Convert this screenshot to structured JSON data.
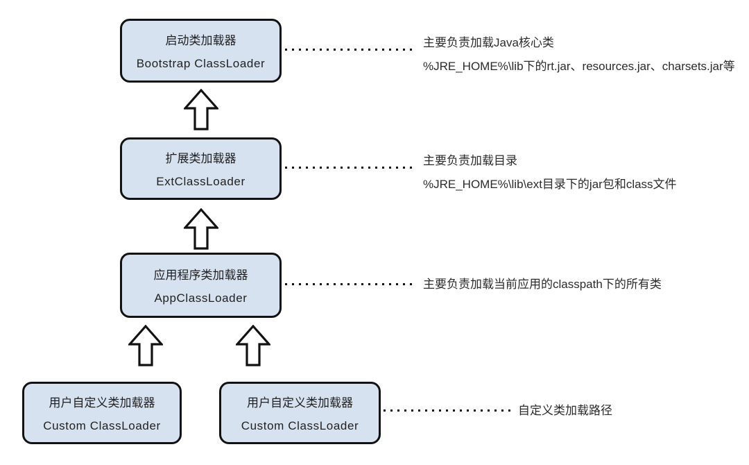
{
  "colors": {
    "box_fill": "#d7e2f1",
    "box_border": "#121212",
    "text": "#1f1f1f"
  },
  "nodes": [
    {
      "label_zh": "启动类加载器",
      "label_en": "Bootstrap ClassLoader"
    },
    {
      "label_zh": "扩展类加载器",
      "label_en": "ExtClassLoader"
    },
    {
      "label_zh": "应用程序类加载器",
      "label_en": "AppClassLoader"
    },
    {
      "label_zh": "用户自定义类加载器",
      "label_en": "Custom ClassLoader"
    },
    {
      "label_zh": "用户自定义类加载器",
      "label_en": "Custom ClassLoader"
    }
  ],
  "annotations": [
    {
      "lines": [
        "主要负责加载Java核心类",
        "%JRE_HOME%\\lib下的rt.jar、resources.jar、charsets.jar等"
      ]
    },
    {
      "lines": [
        "主要负责加载目录",
        "%JRE_HOME%\\lib\\ext目录下的jar包和class文件"
      ]
    },
    {
      "lines": [
        "主要负责加载当前应用的classpath下的所有类"
      ]
    },
    {
      "lines": [
        "自定义类加载路径"
      ]
    }
  ]
}
